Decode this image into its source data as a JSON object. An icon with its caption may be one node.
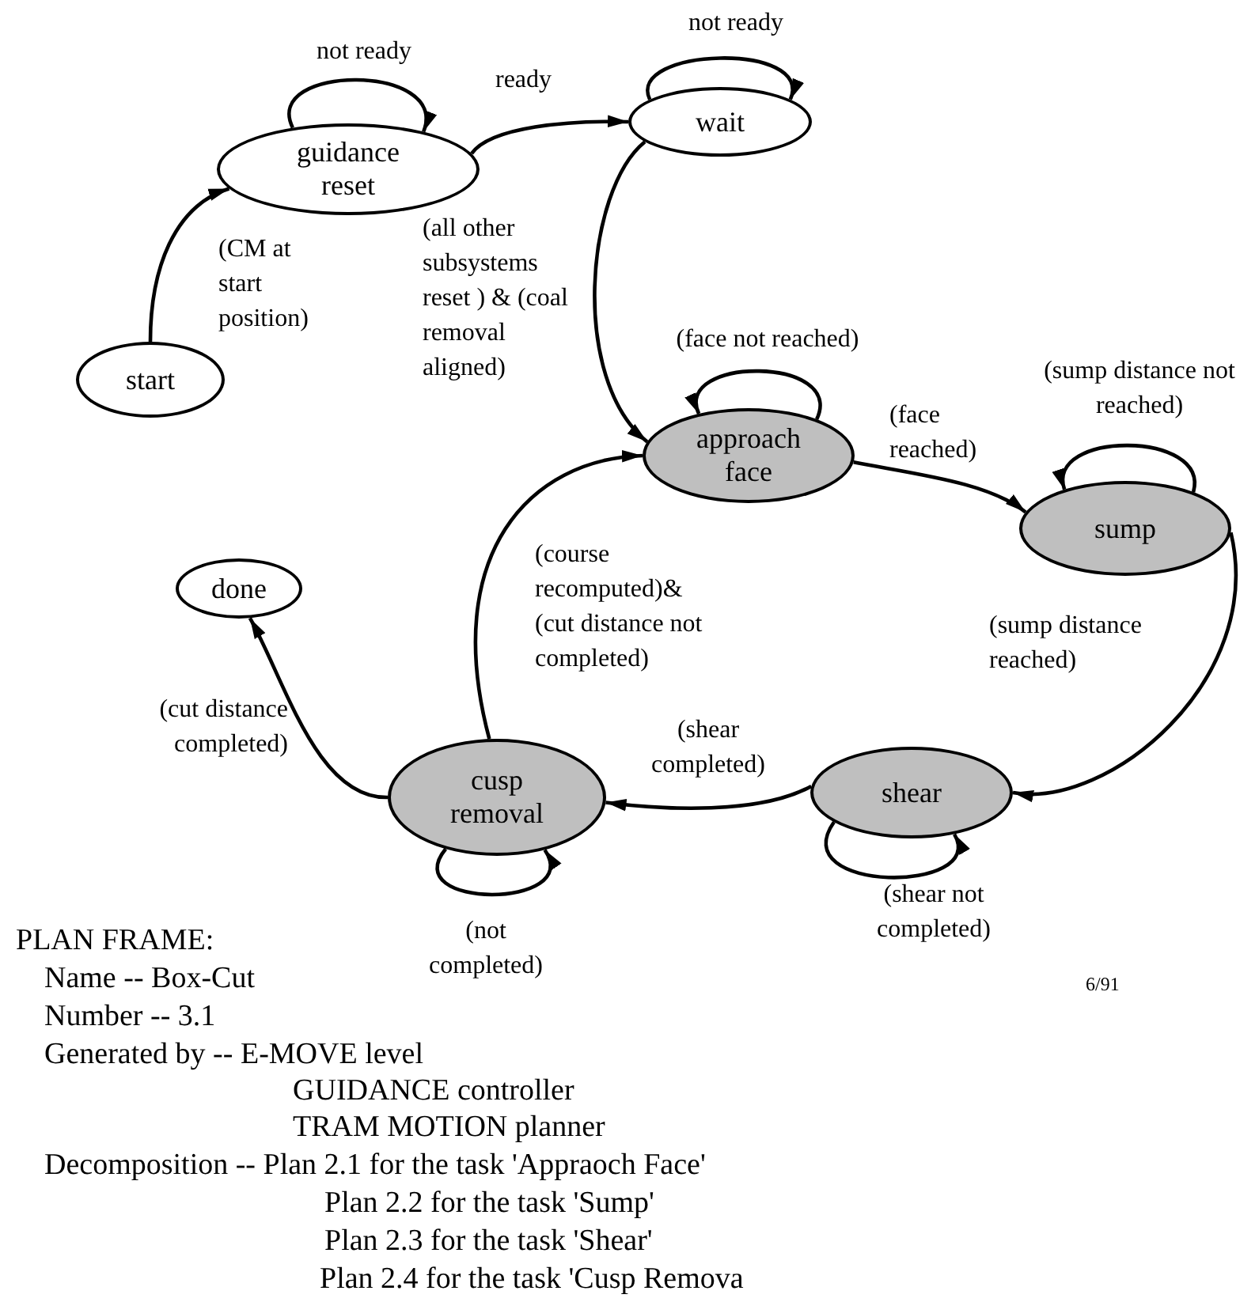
{
  "diagram": {
    "nodes": [
      {
        "text": [
          "guidance reset"
        ]
      },
      {
        "text": [
          "wait"
        ]
      },
      {
        "text": [
          "start"
        ]
      },
      {
        "text": [
          "approach face"
        ]
      },
      {
        "text": [
          "sump"
        ]
      },
      {
        "text": [
          "done"
        ]
      },
      {
        "text": [
          "cusp removal"
        ]
      },
      {
        "text": [
          "shear"
        ]
      }
    ],
    "edges": [
      {
        "from": 2,
        "to": 0,
        "arrow": "to",
        "label": "(CM at start position)"
      },
      {
        "from": 0,
        "to": 0,
        "arrow": "to",
        "label": "not ready"
      },
      {
        "from": 0,
        "to": 1,
        "arrow": "to",
        "label": "ready"
      },
      {
        "from": 1,
        "to": 1,
        "arrow": "to",
        "label": "not ready"
      },
      {
        "from": 1,
        "to": 3,
        "arrow": "to",
        "label": "(all other subsystems reset ) & (coal removal aligned)"
      },
      {
        "from": 3,
        "to": 3,
        "arrow": "to",
        "label": "(face not reached)"
      },
      {
        "from": 3,
        "to": 4,
        "arrow": "to",
        "label": "(face reached)"
      },
      {
        "from": 4,
        "to": 4,
        "arrow": "to",
        "label": "(sump distance not reached)"
      },
      {
        "from": 4,
        "to": 7,
        "arrow": "to",
        "label": "(sump distance reached)"
      },
      {
        "from": 7,
        "to": 7,
        "arrow": "to",
        "label": "(shear not completed)"
      },
      {
        "from": 7,
        "to": 6,
        "arrow": "to",
        "label": "(shear completed)"
      },
      {
        "from": 6,
        "to": 6,
        "arrow": "to",
        "label": "(not completed)"
      },
      {
        "from": 6,
        "to": 3,
        "arrow": "to",
        "label": "(course recomputed)& (cut distance not completed)"
      },
      {
        "from": 6,
        "to": 5,
        "arrow": "to",
        "label": "(cut distance completed)"
      }
    ],
    "labels": [
      "PLAN FRAME:",
      "Name -- Box-Cut",
      "Number -- 3.1",
      "Generated by -- E-MOVE level",
      "GUIDANCE controller",
      "TRAM MOTION planner",
      "Decomposition -- Plan 2.1 for the task 'Appraoch Face'",
      "Plan 2.2 for the task 'Sump'",
      "Plan 2.3 for the task 'Shear'",
      "Plan 2.4 for the task 'Cusp Remova",
      "6/91"
    ]
  }
}
